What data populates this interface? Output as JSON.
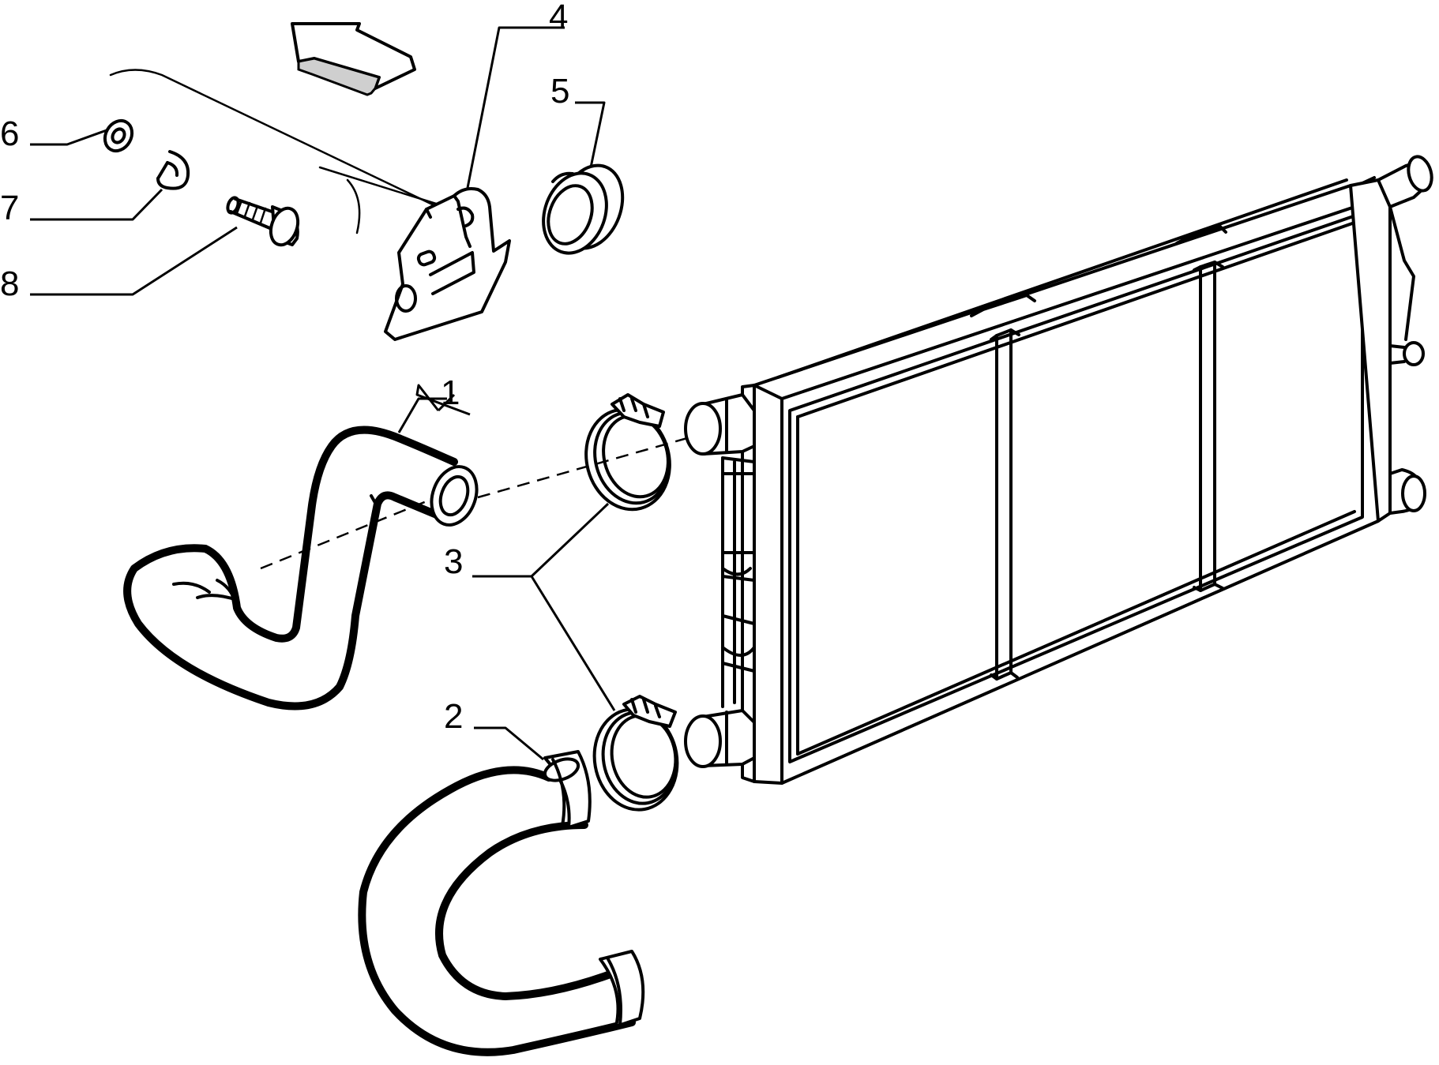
{
  "labels": {
    "p1": "1",
    "p2": "2",
    "p3": "3",
    "p4": "4",
    "p5": "5",
    "p6": "6",
    "p7": "7",
    "p8": "8"
  },
  "colors": {
    "line": "#000000",
    "background": "#ffffff"
  }
}
